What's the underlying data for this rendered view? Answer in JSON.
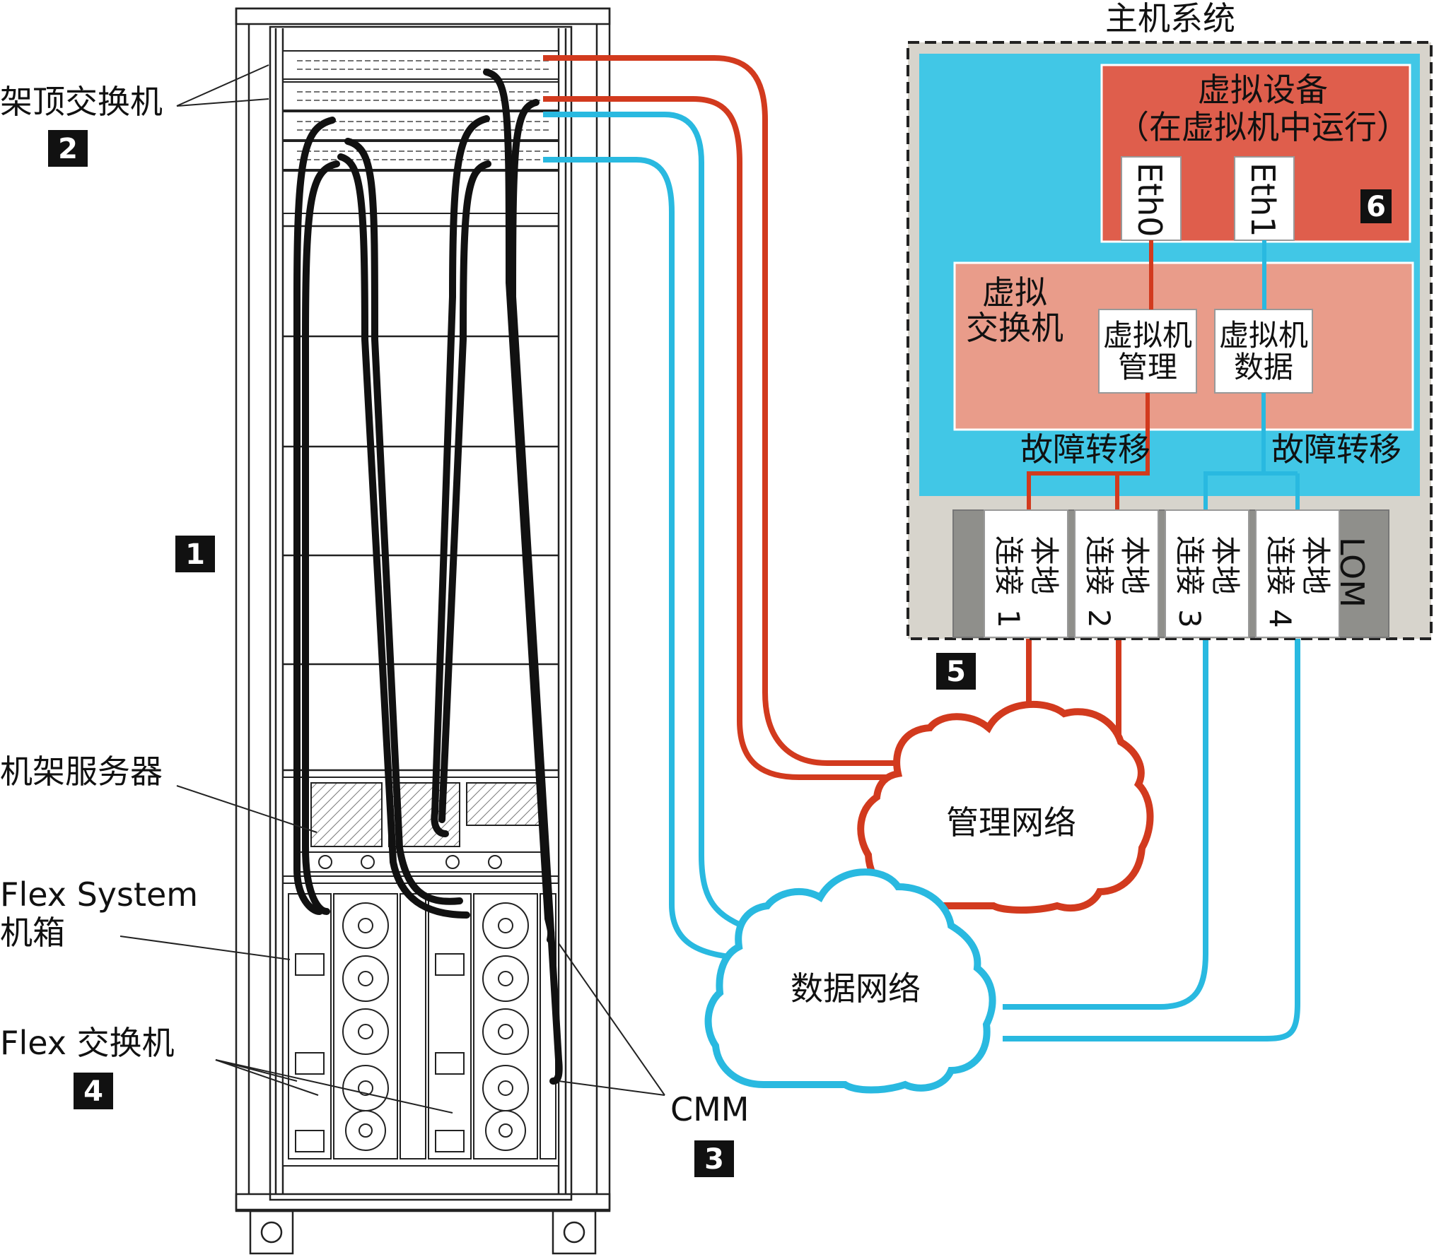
{
  "labels": {
    "host_system": "主机系统",
    "tor_switch": "架顶交换机",
    "rack_server": "机架服务器",
    "flex_chassis_line1": "Flex System",
    "flex_chassis_line2": "机箱",
    "flex_switch": "Flex 交换机",
    "cmm": "CMM",
    "virtual_appliance_line1": "虚拟设备",
    "virtual_appliance_line2": "（在虚拟机中运行）",
    "eth0": "Eth0",
    "eth1": "Eth1",
    "virtual_switch_line1": "虚拟",
    "virtual_switch_line2": "交换机",
    "vm_mgmt_line1": "虚拟机",
    "vm_mgmt_line2": "管理",
    "vm_data_line1": "虚拟机",
    "vm_data_line2": "数据",
    "failover_left": "故障转移",
    "failover_right": "故障转移",
    "lom": "LOM",
    "local_conn_1": "本地连接 1",
    "local_conn_2": "本地连接 2",
    "local_conn_3": "本地连接 3",
    "local_conn_4": "本地连接 4",
    "mgmt_network": "管理网络",
    "data_network": "数据网络"
  },
  "local_connections": [
    {
      "line1": "本地",
      "line2": "连接",
      "num": "1"
    },
    {
      "line1": "本地",
      "line2": "连接",
      "num": "2"
    },
    {
      "line1": "本地",
      "line2": "连接",
      "num": "3"
    },
    {
      "line1": "本地",
      "line2": "连接",
      "num": "4"
    }
  ],
  "badges": [
    "1",
    "2",
    "3",
    "4",
    "5",
    "6"
  ],
  "colors": {
    "mgmt_red": "#d23a1e",
    "data_blue": "#29b9e0",
    "host_blue": "#41c7e6",
    "appliance_red": "#df5e4c",
    "vswitch_pink": "#e99c8a",
    "lom_gray": "#d7d4cc",
    "dark_gray": "#8f8f8b"
  }
}
